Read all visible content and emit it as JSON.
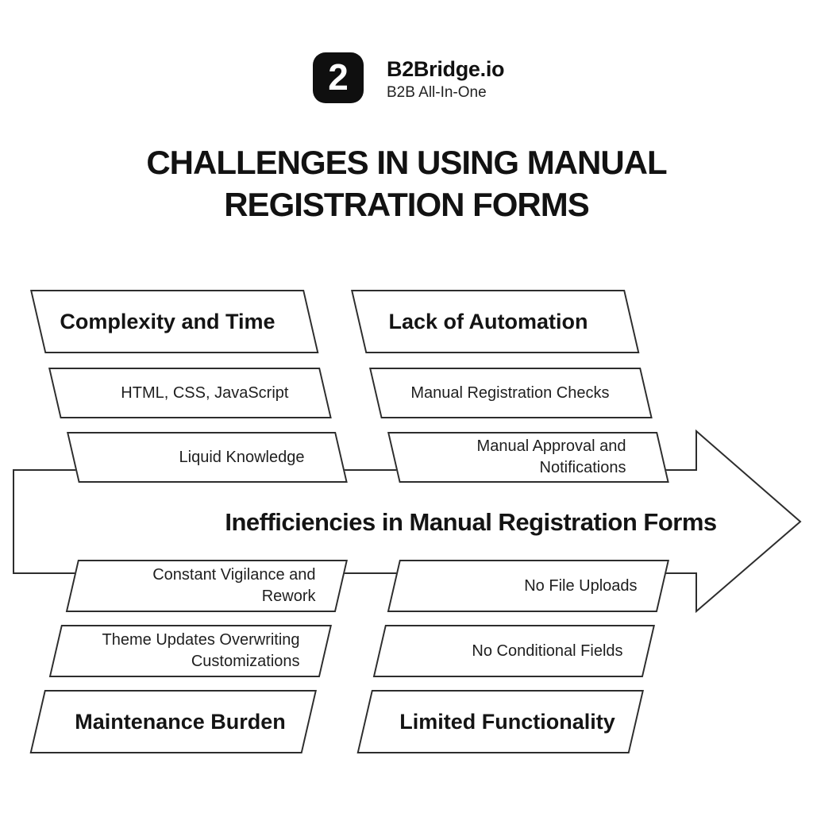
{
  "brand": {
    "name": "B2Bridge.io",
    "tagline": "B2B All-In-One",
    "logo_glyph": "2"
  },
  "title": "CHALLENGES IN USING MANUAL REGISTRATION FORMS",
  "center_arrow": {
    "label": "Inefficiencies in Manual Registration Forms"
  },
  "groups": [
    {
      "position": "top-left",
      "header": "Complexity and Time",
      "items": [
        "HTML, CSS, JavaScript",
        "Liquid Knowledge"
      ]
    },
    {
      "position": "top-right",
      "header": "Lack of Automation",
      "items": [
        "Manual Registration Checks",
        "Manual Approval and Notifications"
      ]
    },
    {
      "position": "bottom-left",
      "header": "Maintenance Burden",
      "items": [
        "Constant Vigilance and Rework",
        "Theme Updates Overwriting Customizations"
      ]
    },
    {
      "position": "bottom-right",
      "header": "Limited Functionality",
      "items": [
        "No File Uploads",
        "No Conditional Fields"
      ]
    }
  ],
  "colors": {
    "background": "#ffffff",
    "stroke": "#2d2d2d",
    "text": "#1a1a1a",
    "logo_bg": "#0f0f0f",
    "logo_glyph_color": "#ffffff"
  }
}
